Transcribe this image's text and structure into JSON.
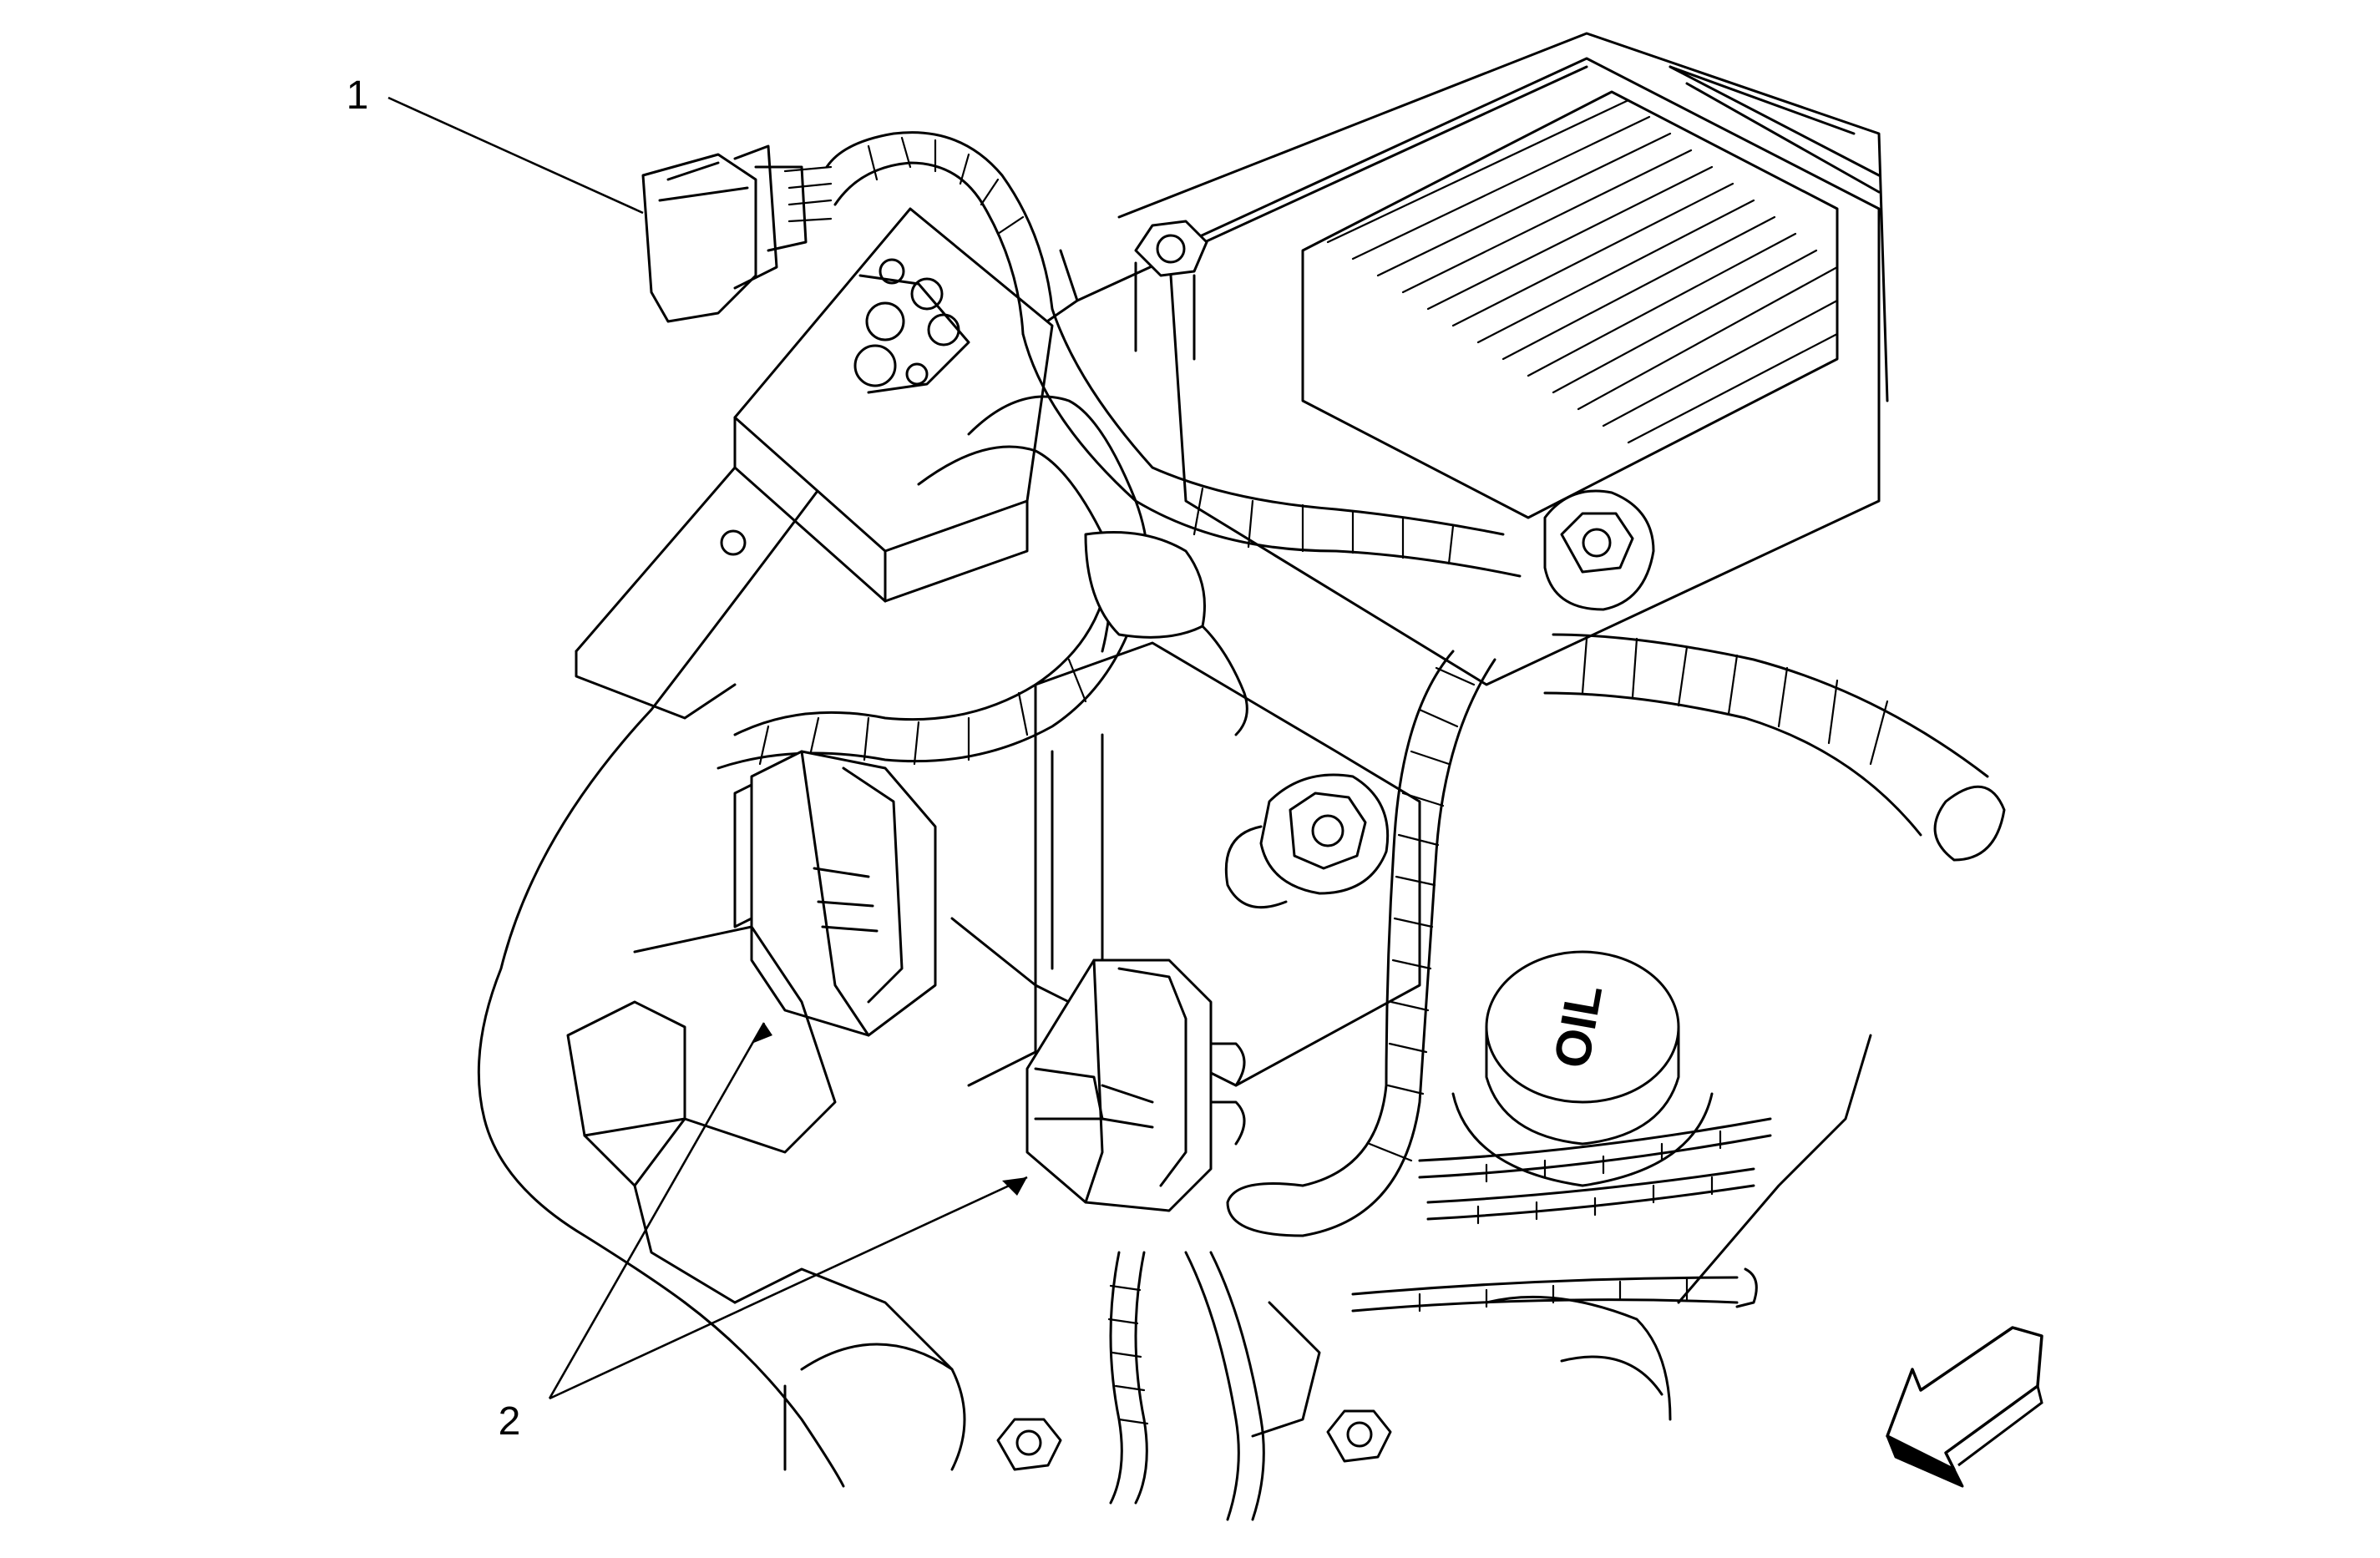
{
  "callouts": [
    {
      "id": "1",
      "label": "1"
    },
    {
      "id": "2",
      "label": "2"
    }
  ],
  "cap_marking": "OIL",
  "colors": {
    "line": "#000000",
    "background": "#ffffff"
  },
  "icons": [
    "direction-arrow-icon"
  ]
}
